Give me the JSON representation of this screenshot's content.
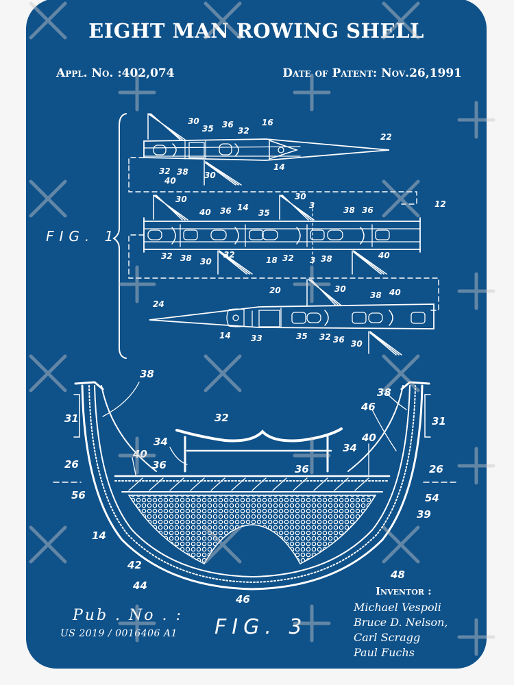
{
  "poster": {
    "title": "EIGHT MAN ROWING SHELL",
    "application_number": "Appl. No. :402,074",
    "date_of_patent": "Date of Patent: Nov.26,1991",
    "colors": {
      "background": "#0f5189",
      "ink": "#ffffff",
      "page": "#f6f6f6"
    }
  },
  "figure1": {
    "label": "FIG. 1",
    "bow_section": {
      "labels": [
        "30",
        "35",
        "36",
        "32",
        "16",
        "22",
        "32",
        "40",
        "38",
        "14",
        "30"
      ]
    },
    "middle_section": {
      "labels": [
        "30",
        "40",
        "36",
        "14",
        "35",
        "30",
        "3",
        "38",
        "36",
        "32",
        "38",
        "30",
        "32",
        "18",
        "32",
        "3",
        "38",
        "40",
        "12"
      ]
    },
    "stern_section": {
      "labels": [
        "24",
        "20",
        "30",
        "38",
        "40",
        "14",
        "33",
        "35",
        "32",
        "36",
        "30"
      ]
    }
  },
  "figure3": {
    "label": "FIG. 3",
    "labels": {
      "l38a": "38",
      "l31a": "31",
      "l26a": "26",
      "l56": "56",
      "l14": "14",
      "l40a": "40",
      "l36a": "36",
      "l34a": "34",
      "l32": "32",
      "l34b": "34",
      "l36b": "36",
      "l40b": "40",
      "l46a": "46",
      "l38b": "38",
      "l31b": "31",
      "l26b": "26",
      "l54": "54",
      "l39": "39",
      "l42": "42",
      "l44": "44",
      "l46b": "46",
      "l48": "48"
    }
  },
  "publication": {
    "label": "Pub . No . :",
    "number": "US 2019 / 0016406 A1"
  },
  "inventors": {
    "heading": "Inventor :",
    "names": [
      "Michael Vespoli",
      "Bruce D. Nelson,",
      "Carl Scragg",
      "Paul Fuchs"
    ]
  }
}
